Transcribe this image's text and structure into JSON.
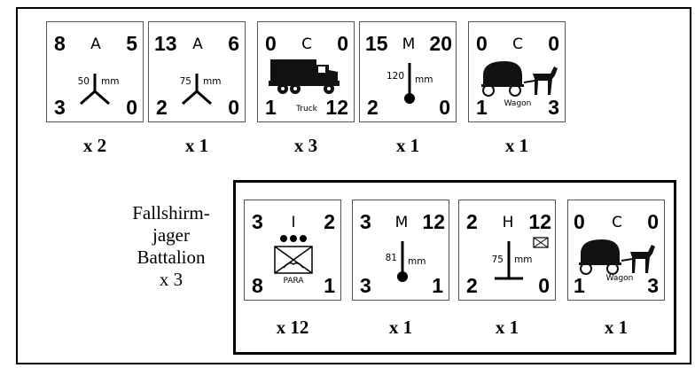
{
  "top_row": [
    {
      "tl": "8",
      "type": "A",
      "tr": "5",
      "bl": "3",
      "br": "0",
      "caliber": "50",
      "unit": "mm",
      "qty": "x 2"
    },
    {
      "tl": "13",
      "type": "A",
      "tr": "6",
      "bl": "2",
      "br": "0",
      "caliber": "75",
      "unit": "mm",
      "qty": "x 1"
    },
    {
      "tl": "0",
      "type": "C",
      "tr": "0",
      "bl": "1",
      "br": "12",
      "label": "Truck",
      "qty": "x 3"
    },
    {
      "tl": "15",
      "type": "M",
      "tr": "20",
      "bl": "2",
      "br": "0",
      "caliber": "120",
      "unit": "mm",
      "qty": "x 1"
    },
    {
      "tl": "0",
      "type": "C",
      "tr": "0",
      "bl": "1",
      "br": "3",
      "label": "Wagon",
      "qty": "x 1"
    }
  ],
  "battalion": {
    "name_lines": [
      "Fallshirm-",
      "jager",
      "Battalion",
      "x 3"
    ],
    "counters": [
      {
        "tl": "3",
        "type": "I",
        "tr": "2",
        "bl": "8",
        "br": "1",
        "label": "PARA",
        "qty": "x 12"
      },
      {
        "tl": "3",
        "type": "M",
        "tr": "12",
        "bl": "3",
        "br": "1",
        "caliber": "81",
        "unit": "mm",
        "qty": "x 1"
      },
      {
        "tl": "2",
        "type": "H",
        "tr": "12",
        "bl": "2",
        "br": "0",
        "caliber": "75",
        "unit": "mm",
        "qty": "x 1"
      },
      {
        "tl": "0",
        "type": "C",
        "tr": "0",
        "bl": "1",
        "br": "3",
        "label": "Wagon",
        "qty": "x 1"
      }
    ]
  },
  "colors": {
    "ink": "#000000",
    "background": "#ffffff"
  }
}
